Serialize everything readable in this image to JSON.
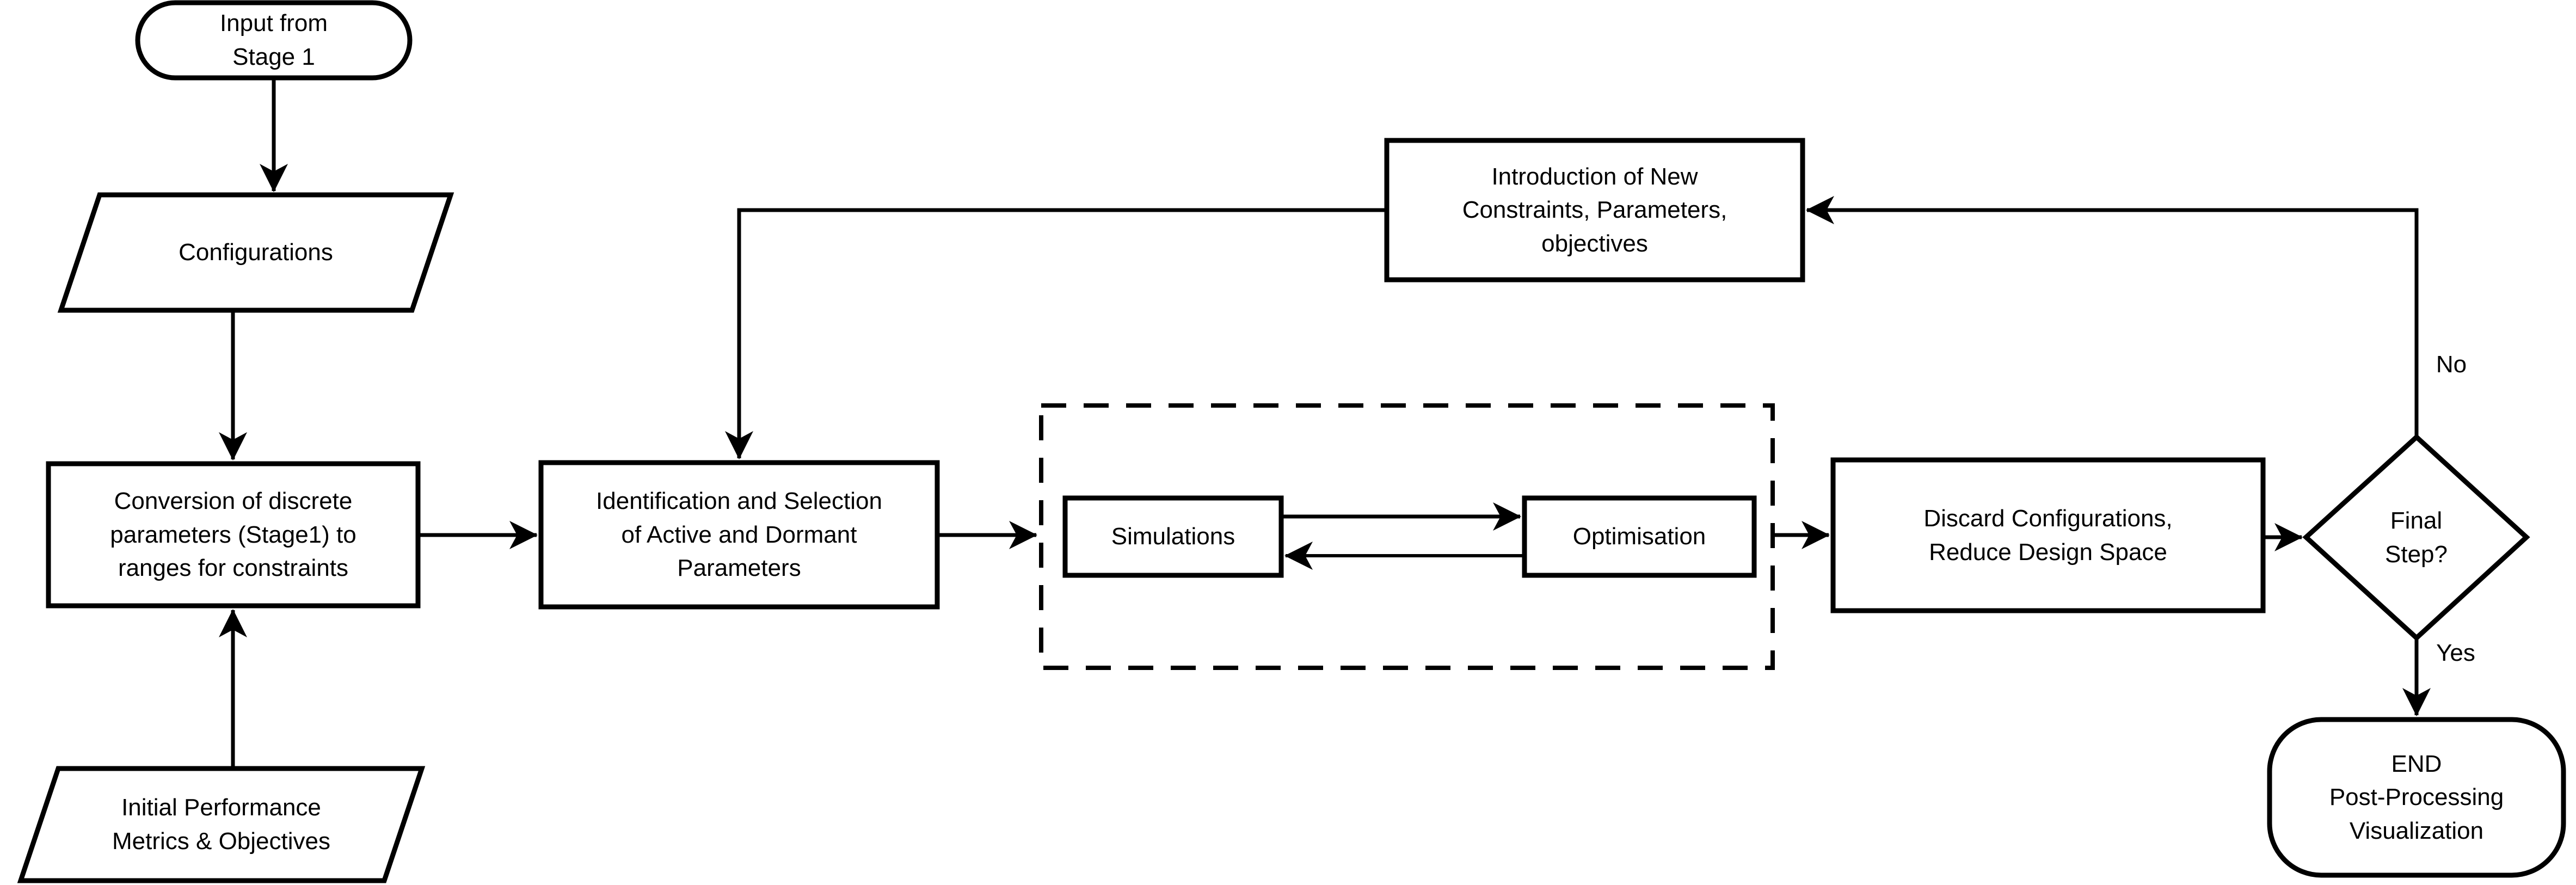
{
  "diagram": {
    "type": "flowchart",
    "colors": {
      "background": "#ffffff",
      "stroke": "#000000",
      "text": "#000000"
    },
    "nodes": {
      "start": {
        "shape": "stadium",
        "label": "Input from\nStage 1"
      },
      "configurations": {
        "shape": "parallelogram",
        "label": "Configurations"
      },
      "conversion": {
        "shape": "rectangle",
        "label": "Conversion of discrete\nparameters (Stage1) to\nranges for constraints"
      },
      "initial_metrics": {
        "shape": "parallelogram",
        "label": "Initial Performance\nMetrics & Objectives"
      },
      "identification": {
        "shape": "rectangle",
        "label": "Identification and Selection\nof Active and Dormant\nParameters"
      },
      "simulations": {
        "shape": "rectangle",
        "label": "Simulations"
      },
      "optimisation": {
        "shape": "rectangle",
        "label": "Optimisation"
      },
      "discard": {
        "shape": "rectangle",
        "label": "Discard Configurations,\nReduce Design Space"
      },
      "final_step": {
        "shape": "diamond",
        "label": "Final\nStep?"
      },
      "introduction": {
        "shape": "rectangle",
        "label": "Introduction of New\nConstraints, Parameters,\nobjectives"
      },
      "end": {
        "shape": "stadium",
        "label": "END\nPost-Processing\nVisualization"
      }
    },
    "edge_labels": {
      "no": "No",
      "yes": "Yes"
    },
    "edges": [
      {
        "from": "start",
        "to": "configurations"
      },
      {
        "from": "configurations",
        "to": "conversion"
      },
      {
        "from": "initial_metrics",
        "to": "conversion"
      },
      {
        "from": "conversion",
        "to": "identification"
      },
      {
        "from": "identification",
        "to": "simulation-loop"
      },
      {
        "from": "simulations",
        "to": "optimisation"
      },
      {
        "from": "optimisation",
        "to": "simulations"
      },
      {
        "from": "simulation-loop",
        "to": "discard"
      },
      {
        "from": "discard",
        "to": "final_step"
      },
      {
        "from": "final_step",
        "to": "introduction",
        "label": "No"
      },
      {
        "from": "introduction",
        "to": "identification"
      },
      {
        "from": "final_step",
        "to": "end",
        "label": "Yes"
      }
    ]
  }
}
